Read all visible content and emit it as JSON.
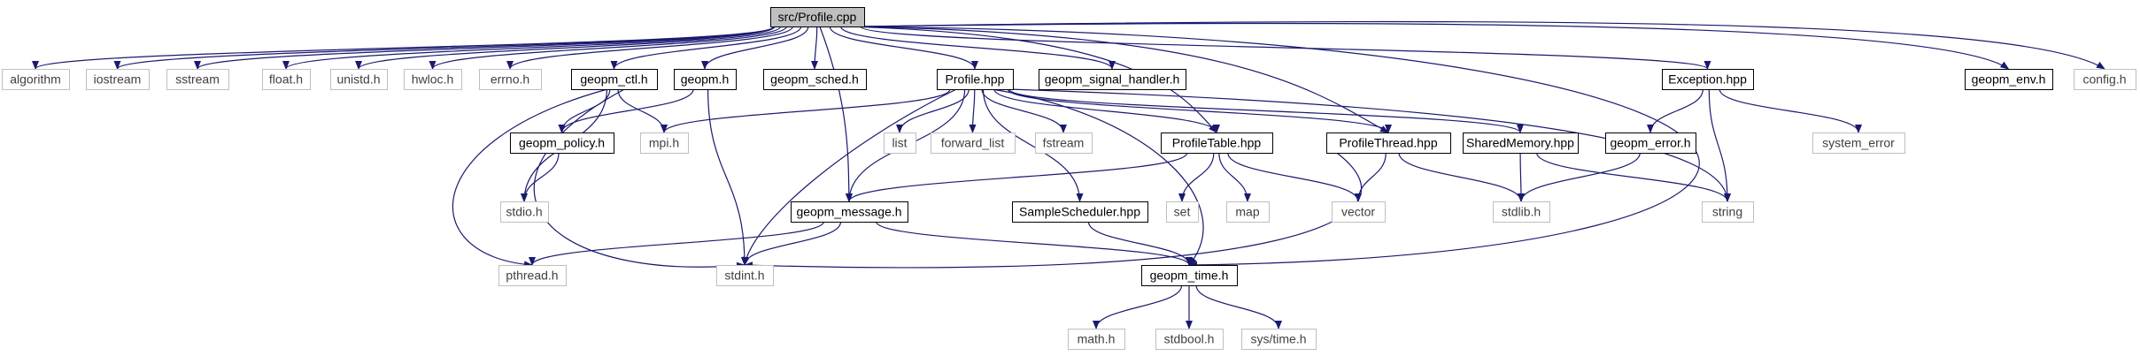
{
  "diagram": {
    "type": "include-dependency-graph",
    "root": "src/Profile.cpp",
    "colors": {
      "edge": "#191970",
      "root_fill": "#bfbfbf",
      "documented_border": "#000000",
      "external_border": "#bfbfbf",
      "external_text": "#404040",
      "documented_text": "#000000"
    },
    "nodes": [
      {
        "id": "root",
        "label": "src/Profile.cpp",
        "kind": "root"
      },
      {
        "id": "algorithm",
        "label": "algorithm",
        "kind": "external"
      },
      {
        "id": "iostream",
        "label": "iostream",
        "kind": "external"
      },
      {
        "id": "sstream",
        "label": "sstream",
        "kind": "external"
      },
      {
        "id": "float_h",
        "label": "float.h",
        "kind": "external"
      },
      {
        "id": "unistd_h",
        "label": "unistd.h",
        "kind": "external"
      },
      {
        "id": "hwloc_h",
        "label": "hwloc.h",
        "kind": "external"
      },
      {
        "id": "errno_h",
        "label": "errno.h",
        "kind": "external"
      },
      {
        "id": "geopm_ctl_h",
        "label": "geopm_ctl.h",
        "kind": "documented"
      },
      {
        "id": "geopm_h",
        "label": "geopm.h",
        "kind": "documented"
      },
      {
        "id": "geopm_sched_h",
        "label": "geopm_sched.h",
        "kind": "documented"
      },
      {
        "id": "profile_hpp",
        "label": "Profile.hpp",
        "kind": "documented"
      },
      {
        "id": "geopm_signal_handler_h",
        "label": "geopm_signal_handler.h",
        "kind": "documented"
      },
      {
        "id": "exception_hpp",
        "label": "Exception.hpp",
        "kind": "documented"
      },
      {
        "id": "geopm_env_h",
        "label": "geopm_env.h",
        "kind": "documented"
      },
      {
        "id": "config_h",
        "label": "config.h",
        "kind": "external"
      },
      {
        "id": "geopm_policy_h",
        "label": "geopm_policy.h",
        "kind": "documented"
      },
      {
        "id": "mpi_h",
        "label": "mpi.h",
        "kind": "external"
      },
      {
        "id": "list",
        "label": "list",
        "kind": "external"
      },
      {
        "id": "forward_list",
        "label": "forward_list",
        "kind": "external"
      },
      {
        "id": "fstream",
        "label": "fstream",
        "kind": "external"
      },
      {
        "id": "profiletable_hpp",
        "label": "ProfileTable.hpp",
        "kind": "documented"
      },
      {
        "id": "profilethread_hpp",
        "label": "ProfileThread.hpp",
        "kind": "documented"
      },
      {
        "id": "sharedmemory_hpp",
        "label": "SharedMemory.hpp",
        "kind": "documented"
      },
      {
        "id": "geopm_error_h",
        "label": "geopm_error.h",
        "kind": "documented"
      },
      {
        "id": "system_error",
        "label": "system_error",
        "kind": "external"
      },
      {
        "id": "stdio_h",
        "label": "stdio.h",
        "kind": "external"
      },
      {
        "id": "geopm_message_h",
        "label": "geopm_message.h",
        "kind": "documented"
      },
      {
        "id": "samplescheduler_hpp",
        "label": "SampleScheduler.hpp",
        "kind": "documented"
      },
      {
        "id": "set",
        "label": "set",
        "kind": "external"
      },
      {
        "id": "map",
        "label": "map",
        "kind": "external"
      },
      {
        "id": "vector",
        "label": "vector",
        "kind": "external"
      },
      {
        "id": "stdlib_h",
        "label": "stdlib.h",
        "kind": "external"
      },
      {
        "id": "string",
        "label": "string",
        "kind": "external"
      },
      {
        "id": "pthread_h",
        "label": "pthread.h",
        "kind": "external"
      },
      {
        "id": "stdint_h",
        "label": "stdint.h",
        "kind": "external"
      },
      {
        "id": "geopm_time_h",
        "label": "geopm_time.h",
        "kind": "documented"
      },
      {
        "id": "math_h",
        "label": "math.h",
        "kind": "external"
      },
      {
        "id": "stdbool_h",
        "label": "stdbool.h",
        "kind": "external"
      },
      {
        "id": "sys_time_h",
        "label": "sys/time.h",
        "kind": "external"
      }
    ],
    "edges": [
      [
        "root",
        "algorithm"
      ],
      [
        "root",
        "iostream"
      ],
      [
        "root",
        "sstream"
      ],
      [
        "root",
        "float_h"
      ],
      [
        "root",
        "unistd_h"
      ],
      [
        "root",
        "hwloc_h"
      ],
      [
        "root",
        "errno_h"
      ],
      [
        "root",
        "geopm_ctl_h"
      ],
      [
        "root",
        "geopm_h"
      ],
      [
        "root",
        "geopm_sched_h"
      ],
      [
        "root",
        "profile_hpp"
      ],
      [
        "root",
        "geopm_signal_handler_h"
      ],
      [
        "root",
        "exception_hpp"
      ],
      [
        "root",
        "geopm_env_h"
      ],
      [
        "root",
        "config_h"
      ],
      [
        "root",
        "geopm_message_h"
      ],
      [
        "root",
        "profiletable_hpp"
      ],
      [
        "root",
        "profilethread_hpp"
      ],
      [
        "root",
        "geopm_time_h"
      ],
      [
        "geopm_ctl_h",
        "geopm_policy_h"
      ],
      [
        "geopm_ctl_h",
        "mpi_h"
      ],
      [
        "geopm_ctl_h",
        "stdio_h"
      ],
      [
        "geopm_ctl_h",
        "pthread_h"
      ],
      [
        "geopm_ctl_h",
        "stdint_h"
      ],
      [
        "geopm_h",
        "geopm_policy_h"
      ],
      [
        "geopm_h",
        "stdint_h"
      ],
      [
        "geopm_policy_h",
        "stdio_h"
      ],
      [
        "profile_hpp",
        "mpi_h"
      ],
      [
        "profile_hpp",
        "list"
      ],
      [
        "profile_hpp",
        "forward_list"
      ],
      [
        "profile_hpp",
        "fstream"
      ],
      [
        "profile_hpp",
        "profiletable_hpp"
      ],
      [
        "profile_hpp",
        "profilethread_hpp"
      ],
      [
        "profile_hpp",
        "sharedmemory_hpp"
      ],
      [
        "profile_hpp",
        "string"
      ],
      [
        "profile_hpp",
        "geopm_message_h"
      ],
      [
        "profile_hpp",
        "samplescheduler_hpp"
      ],
      [
        "profile_hpp",
        "stdint_h"
      ],
      [
        "profile_hpp",
        "geopm_time_h"
      ],
      [
        "exception_hpp",
        "geopm_error_h"
      ],
      [
        "exception_hpp",
        "system_error"
      ],
      [
        "exception_hpp",
        "string"
      ],
      [
        "geopm_error_h",
        "stdlib_h"
      ],
      [
        "profiletable_hpp",
        "set"
      ],
      [
        "profiletable_hpp",
        "map"
      ],
      [
        "profiletable_hpp",
        "vector"
      ],
      [
        "profiletable_hpp",
        "geopm_message_h"
      ],
      [
        "profilethread_hpp",
        "vector"
      ],
      [
        "profilethread_hpp",
        "stdlib_h"
      ],
      [
        "profilethread_hpp",
        "stdint_h"
      ],
      [
        "sharedmemory_hpp",
        "stdlib_h"
      ],
      [
        "sharedmemory_hpp",
        "string"
      ],
      [
        "geopm_message_h",
        "pthread_h"
      ],
      [
        "geopm_message_h",
        "stdint_h"
      ],
      [
        "geopm_message_h",
        "geopm_time_h"
      ],
      [
        "samplescheduler_hpp",
        "geopm_time_h"
      ],
      [
        "geopm_time_h",
        "math_h"
      ],
      [
        "geopm_time_h",
        "stdbool_h"
      ],
      [
        "geopm_time_h",
        "sys_time_h"
      ]
    ]
  }
}
